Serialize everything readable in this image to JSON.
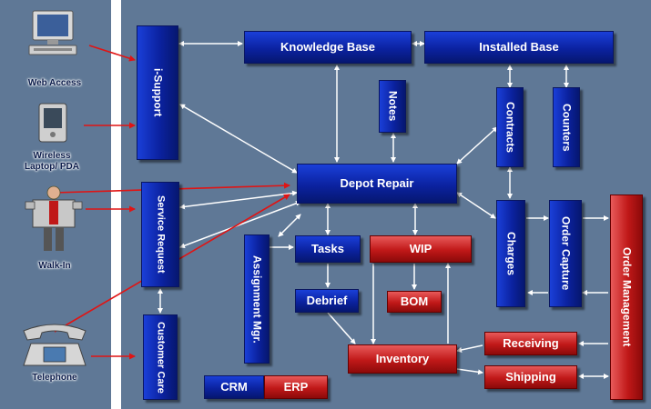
{
  "channels": {
    "web_access": "Web Access",
    "wireless": "Wireless Laptop/ PDA",
    "walk_in": "Walk-In",
    "telephone": "Telephone"
  },
  "modules": {
    "knowledge_base": "Knowledge Base",
    "installed_base": "Installed Base",
    "i_support": "i-Support",
    "notes": "Notes",
    "contracts": "Contracts",
    "counters": "Counters",
    "depot_repair": "Depot Repair",
    "service_request": "Service Request",
    "assignment_mgr": "Assignment Mgr.",
    "tasks": "Tasks",
    "wip": "WIP",
    "debrief": "Debrief",
    "bom": "BOM",
    "charges": "Charges",
    "order_capture": "Order Capture",
    "order_management": "Order Management",
    "customer_care": "Customer Care",
    "inventory": "Inventory",
    "receiving": "Receiving",
    "shipping": "Shipping"
  },
  "legend": {
    "crm": "CRM",
    "erp": "ERP"
  },
  "colors": {
    "panel": "#5f7896",
    "crm_blue": "#0b22a0",
    "erp_red": "#c01818",
    "arrow_white": "#ffffff",
    "arrow_red": "#e01414"
  }
}
